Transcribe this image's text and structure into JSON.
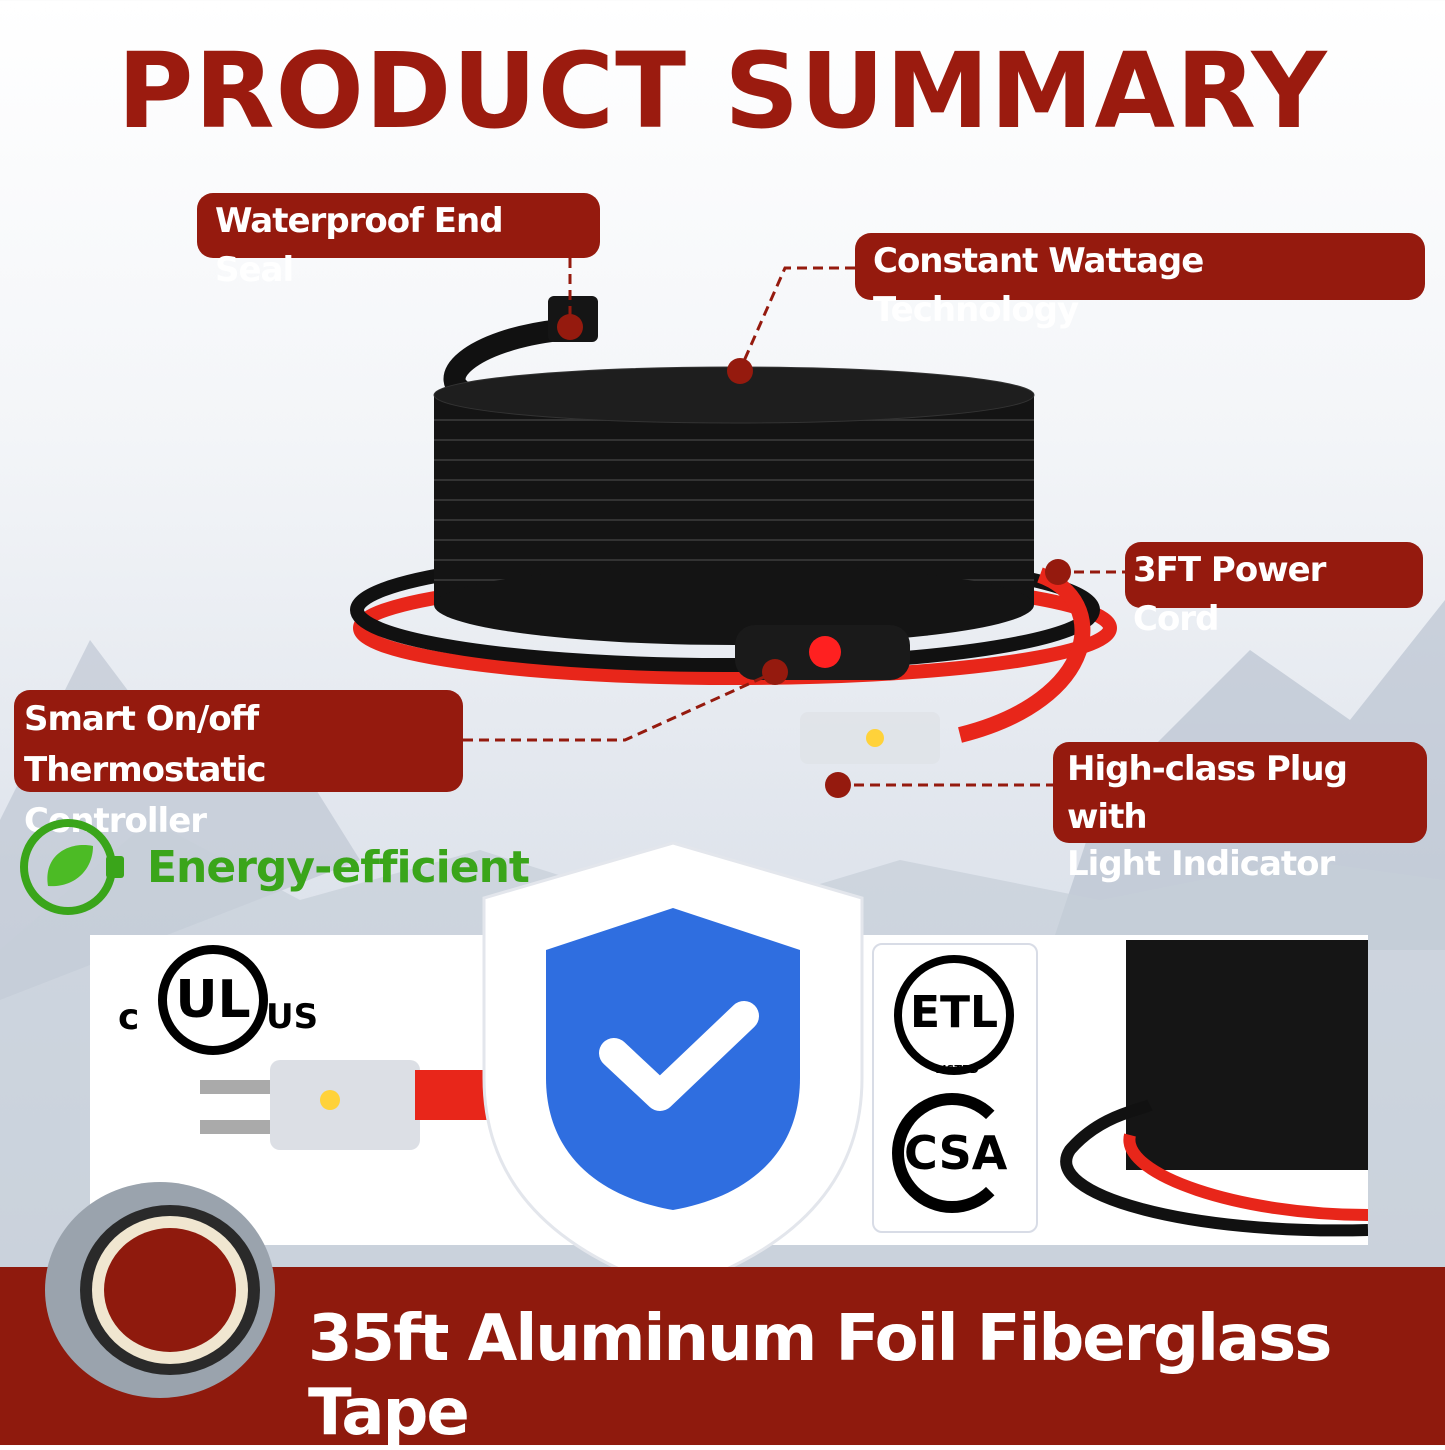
{
  "title": "PRODUCT SUMMARY",
  "callouts": {
    "end_seal": "Waterproof End Seal",
    "wattage": "Constant Wattage Technology",
    "power_cord": "3FT Power Cord",
    "controller_line1": "Smart On/off",
    "controller_line2": "Thermostatic Controller",
    "plug_line1": "High-class Plug with",
    "plug_line2": "Light Indicator"
  },
  "energy": {
    "label": "Energy-efficient",
    "icon": "leaf-plug-icon"
  },
  "certifications": {
    "ul": {
      "c": "c",
      "mark": "UL",
      "us": "US"
    },
    "etl": {
      "mark": "ETL",
      "sub": "LISTED"
    },
    "csa": {
      "mark": "CSA"
    }
  },
  "banner": {
    "text": "35ft Aluminum Foil Fiberglass Tape"
  },
  "colors": {
    "brand_red": "#951a0e",
    "energy_green": "#3aa51a",
    "shield_blue": "#2f6ee0"
  }
}
